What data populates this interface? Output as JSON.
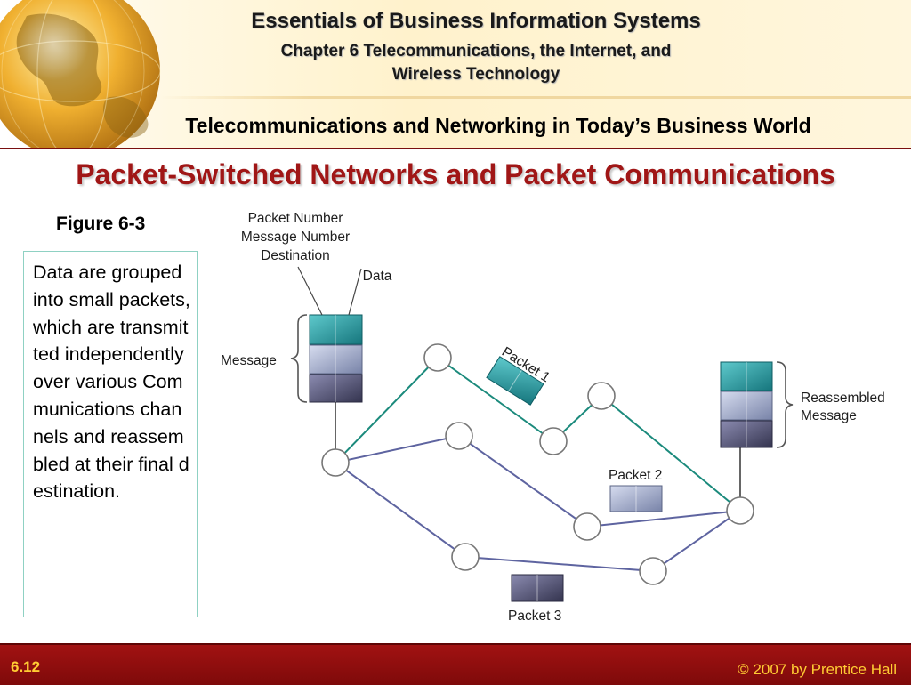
{
  "header": {
    "book_title": "Essentials of Business Information Systems",
    "chapter_line1": "Chapter 6 Telecommunications, the Internet, and",
    "chapter_line2": "Wireless Technology",
    "section_title": "Telecommunications and Networking in Today’s Business World"
  },
  "slide": {
    "title": "Packet-Switched Networks and Packet Communications",
    "figure_label": "Figure 6-3",
    "description": "Data are grouped into small packets, which are transmitted independently over various Communications channels and reassembled at their final destination."
  },
  "diagram": {
    "header_labels": [
      "Packet Number",
      "Message Number",
      "Destination"
    ],
    "data_label": "Data",
    "message_label": "Message",
    "packet1_label": "Packet 1",
    "packet2_label": "Packet 2",
    "packet3_label": "Packet 3",
    "reassembled_line1": "Reassembled",
    "reassembled_line2": "Message",
    "colors": {
      "teal_path": "#1b8a7c",
      "blue_path": "#5e64a0",
      "teal_block": "#1e8f95",
      "light_block": "#9aa4c2",
      "dark_block": "#4d4d72"
    }
  },
  "footer": {
    "slide_number": "6.12",
    "copyright": "© 2007 by Prentice Hall"
  }
}
